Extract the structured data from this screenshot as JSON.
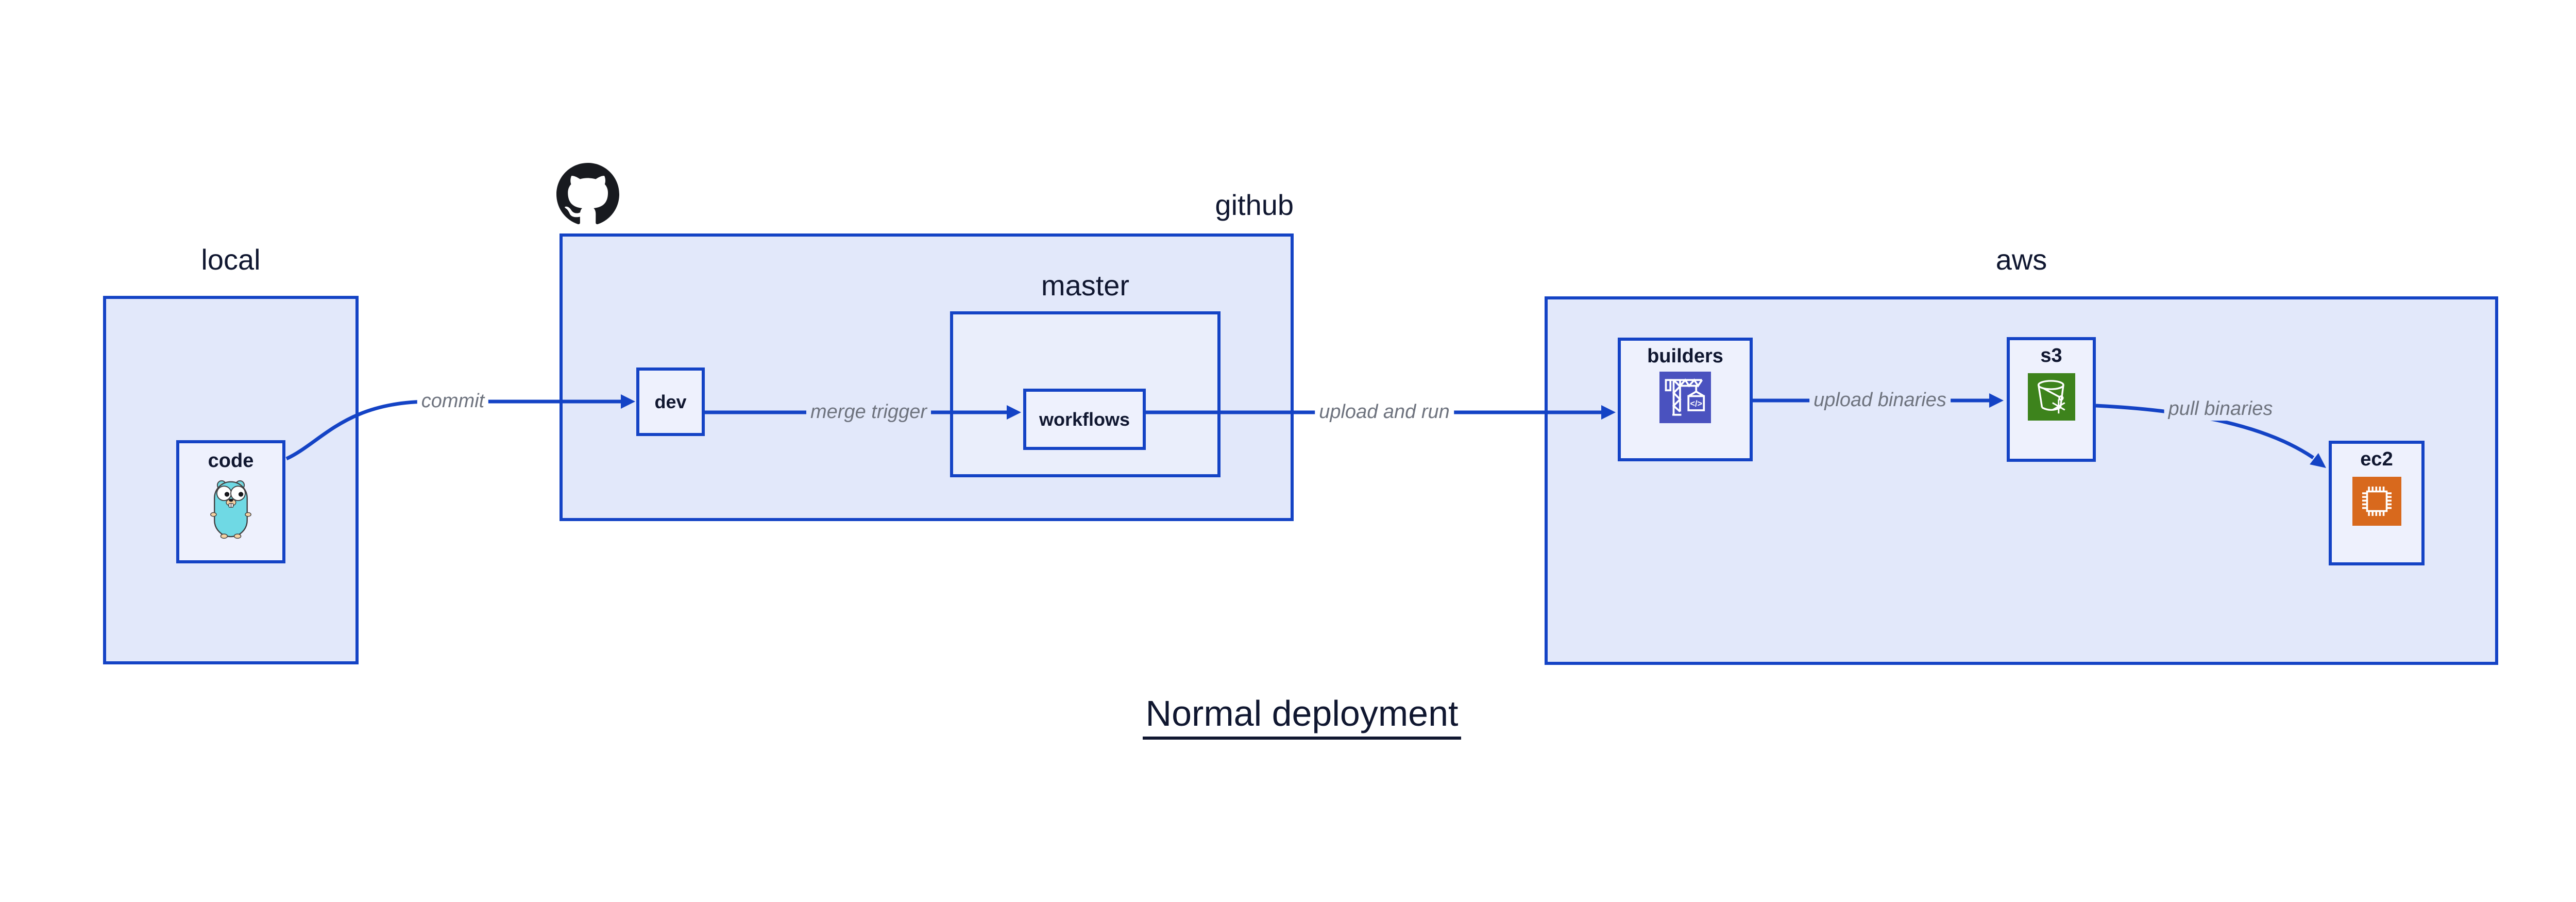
{
  "title": "Normal deployment",
  "groups": {
    "local": {
      "label": "local"
    },
    "github": {
      "label": "github"
    },
    "master": {
      "label": "master"
    },
    "aws": {
      "label": "aws"
    }
  },
  "nodes": {
    "code": {
      "label": "code"
    },
    "dev": {
      "label": "dev"
    },
    "workflows": {
      "label": "workflows"
    },
    "builders": {
      "label": "builders"
    },
    "s3": {
      "label": "s3"
    },
    "ec2": {
      "label": "ec2"
    }
  },
  "edges": {
    "commit": {
      "label": "commit",
      "from": "code",
      "to": "dev"
    },
    "merge_trigger": {
      "label": "merge trigger",
      "from": "dev",
      "to": "workflows"
    },
    "upload_and_run": {
      "label": "upload and run",
      "from": "workflows",
      "to": "builders"
    },
    "upload_binaries": {
      "label": "upload binaries",
      "from": "builders",
      "to": "s3"
    },
    "pull_binaries": {
      "label": "pull binaries",
      "from": "s3",
      "to": "ec2"
    }
  },
  "icons": {
    "github_logo": "github-octocat-icon",
    "code_icon": "go-gopher-icon",
    "builders_icon": "aws-codebuild-crane-icon",
    "builders_glyph": "</>",
    "s3_icon": "s3-bucket-snowflake-icon",
    "ec2_icon": "ec2-chip-icon"
  },
  "colors": {
    "line_blue": "#1443c5",
    "group_fill": "#e2e8fa",
    "master_fill": "#eaeefb",
    "node_fill": "#eef1fd",
    "text_navy": "#101730",
    "edge_label_gray": "#6e737e",
    "codebuild_indigo": "#4a52bf",
    "s3_green": "#3d831c",
    "ec2_orange": "#d8691d",
    "gopher_teal": "#6fd9e4"
  }
}
